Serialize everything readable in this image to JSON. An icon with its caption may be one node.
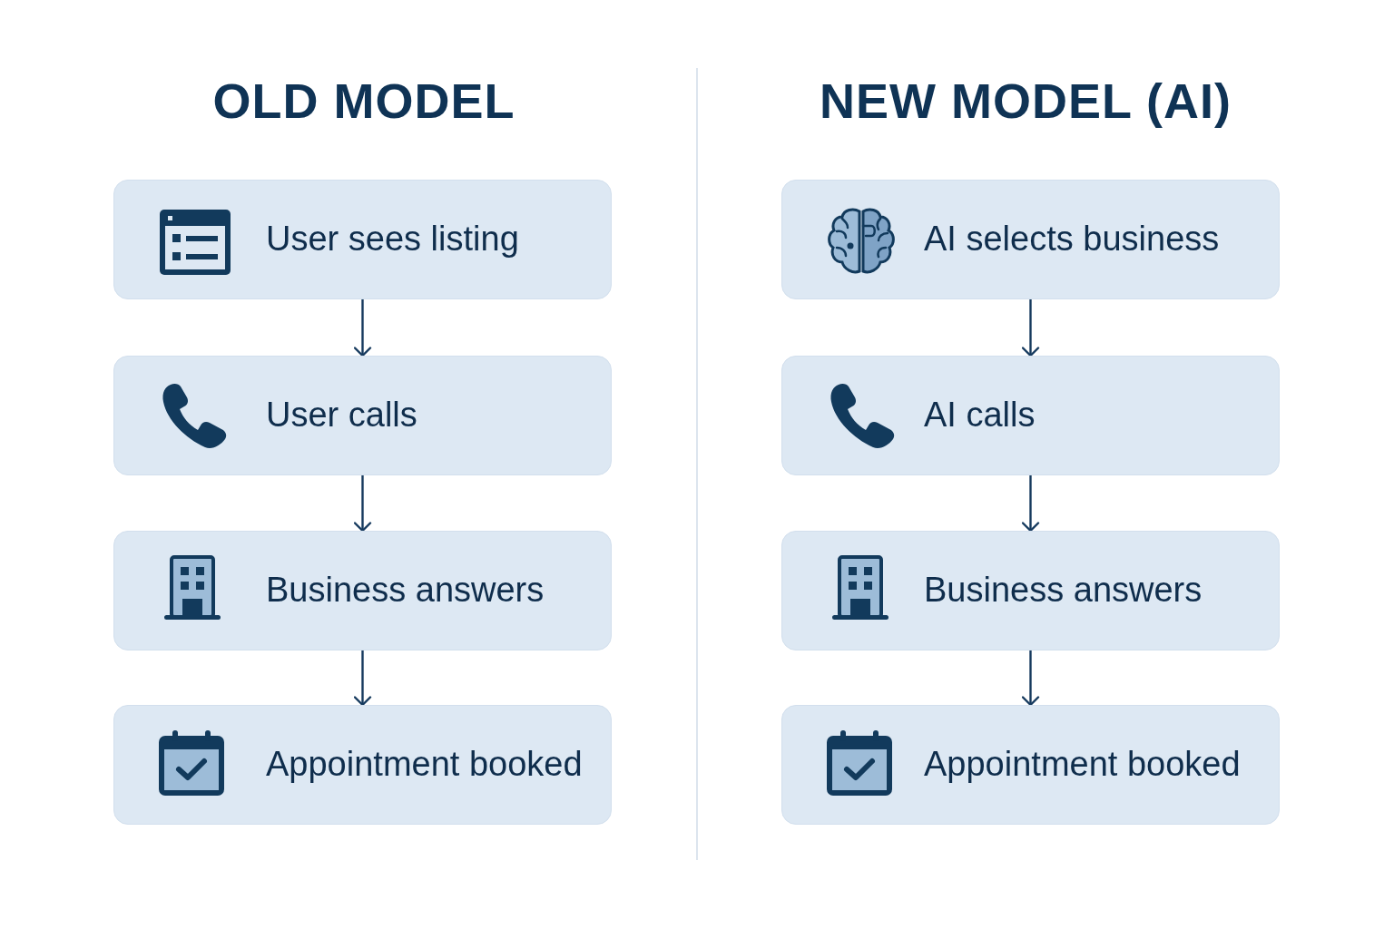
{
  "diagram": {
    "nodes": [
      {
        "text": [
          "User sees listing"
        ]
      },
      {
        "text": [
          "User calls"
        ]
      },
      {
        "text": [
          "Business answers"
        ]
      },
      {
        "text": [
          "Appointment booked"
        ]
      },
      {
        "text": [
          "AI selects business"
        ]
      },
      {
        "text": [
          "AI calls"
        ]
      },
      {
        "text": [
          "Business answers"
        ]
      },
      {
        "text": [
          "Appointment booked"
        ]
      }
    ],
    "edges": [
      {
        "from": 0,
        "to": 1,
        "arrow": "to"
      },
      {
        "from": 1,
        "to": 2,
        "arrow": "to"
      },
      {
        "from": 2,
        "to": 3,
        "arrow": "to"
      },
      {
        "from": 4,
        "to": 5,
        "arrow": "to"
      },
      {
        "from": 5,
        "to": 6,
        "arrow": "to"
      },
      {
        "from": 6,
        "to": 7,
        "arrow": "to"
      }
    ],
    "labels": [
      "OLD MODEL",
      "NEW MODEL (AI)"
    ]
  }
}
